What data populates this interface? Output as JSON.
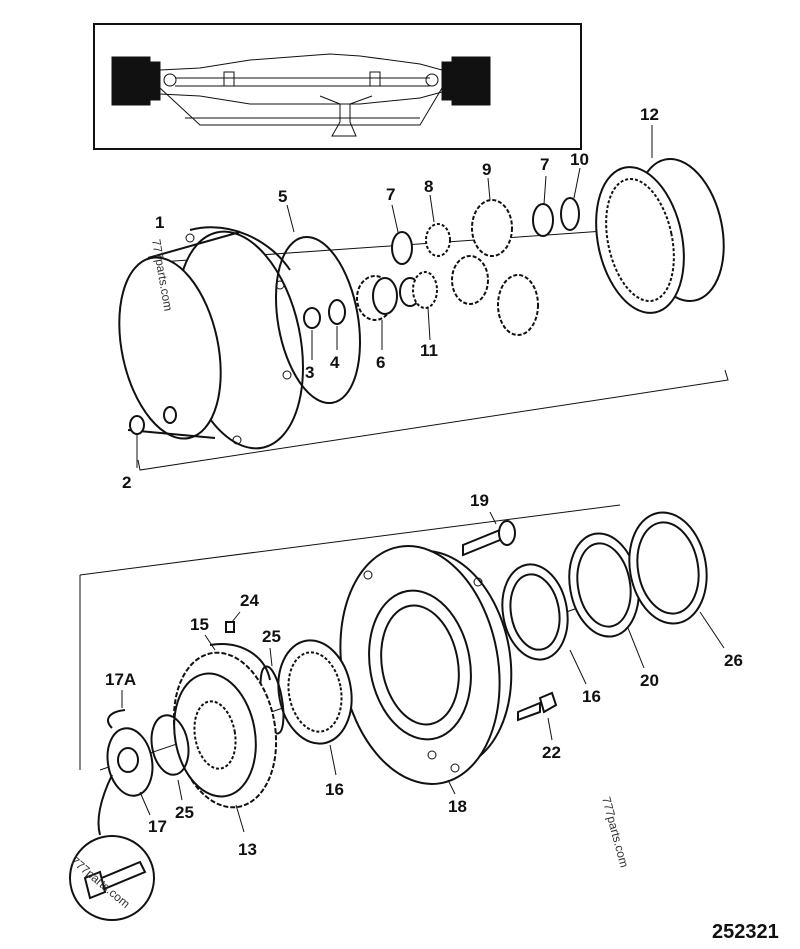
{
  "diagram": {
    "reference_number": "252321",
    "watermark": "777parts.com",
    "labels": [
      {
        "id": "1",
        "text": "1"
      },
      {
        "id": "2",
        "text": "2"
      },
      {
        "id": "3",
        "text": "3"
      },
      {
        "id": "4",
        "text": "4"
      },
      {
        "id": "5",
        "text": "5"
      },
      {
        "id": "6",
        "text": "6"
      },
      {
        "id": "7a",
        "text": "7"
      },
      {
        "id": "7b",
        "text": "7"
      },
      {
        "id": "8",
        "text": "8"
      },
      {
        "id": "9",
        "text": "9"
      },
      {
        "id": "10",
        "text": "10"
      },
      {
        "id": "11",
        "text": "11"
      },
      {
        "id": "12",
        "text": "12"
      },
      {
        "id": "13",
        "text": "13"
      },
      {
        "id": "15",
        "text": "15"
      },
      {
        "id": "16a",
        "text": "16"
      },
      {
        "id": "16b",
        "text": "16"
      },
      {
        "id": "17",
        "text": "17"
      },
      {
        "id": "17A",
        "text": "17A"
      },
      {
        "id": "18",
        "text": "18"
      },
      {
        "id": "19",
        "text": "19"
      },
      {
        "id": "20",
        "text": "20"
      },
      {
        "id": "22",
        "text": "22"
      },
      {
        "id": "24",
        "text": "24"
      },
      {
        "id": "25a",
        "text": "25"
      },
      {
        "id": "25b",
        "text": "25"
      },
      {
        "id": "26",
        "text": "26"
      }
    ]
  }
}
